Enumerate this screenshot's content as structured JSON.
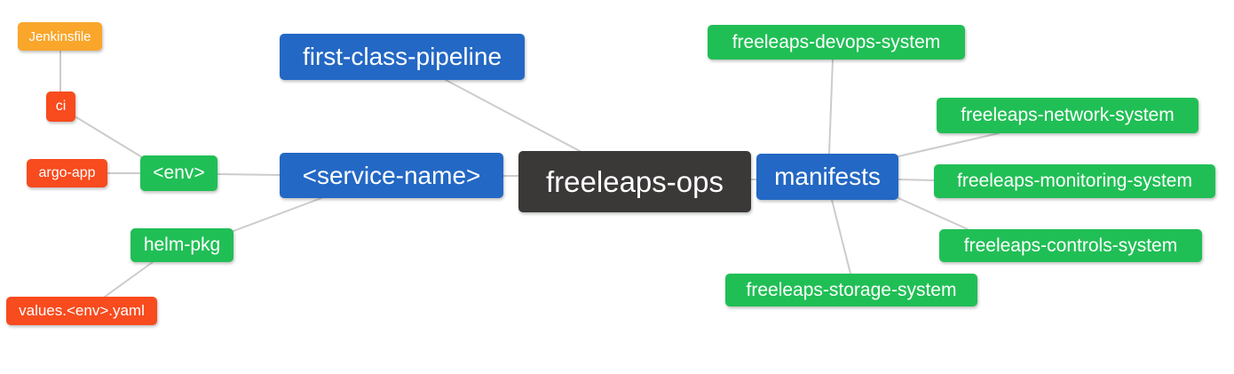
{
  "palette": {
    "root_bg": "#3B3838",
    "branch_blue": "#2368C4",
    "leaf_green": "#20BF55",
    "leaf_red": "#F84B1E",
    "leaf_orange": "#F9A62B",
    "edge_line": "#CCCCCC",
    "node_text": "#FFFFFF"
  },
  "nodes": {
    "jenkinsfile": {
      "label": "Jenkinsfile",
      "color": "#F9A62B"
    },
    "ci": {
      "label": "ci",
      "color": "#F84B1E"
    },
    "argo_app": {
      "label": "argo-app",
      "color": "#F84B1E"
    },
    "env": {
      "label": "<env>",
      "color": "#20BF55"
    },
    "helm_pkg": {
      "label": "helm-pkg",
      "color": "#20BF55"
    },
    "values_yaml": {
      "label": "values.<env>.yaml",
      "color": "#F84B1E"
    },
    "first_class_pipeline": {
      "label": "first-class-pipeline",
      "color": "#2368C4"
    },
    "service_name": {
      "label": "<service-name>",
      "color": "#2368C4"
    },
    "freeleaps_ops": {
      "label": "freeleaps-ops",
      "color": "#3B3838"
    },
    "manifests": {
      "label": "manifests",
      "color": "#2368C4"
    },
    "devops_system": {
      "label": "freeleaps-devops-system",
      "color": "#20BF55"
    },
    "network_system": {
      "label": "freeleaps-network-system",
      "color": "#20BF55"
    },
    "monitoring_system": {
      "label": "freeleaps-monitoring-system",
      "color": "#20BF55"
    },
    "controls_system": {
      "label": "freeleaps-controls-system",
      "color": "#20BF55"
    },
    "storage_system": {
      "label": "freeleaps-storage-system",
      "color": "#20BF55"
    }
  },
  "edges": [
    {
      "from": "jenkinsfile",
      "to": "ci"
    },
    {
      "from": "ci",
      "to": "env"
    },
    {
      "from": "argo_app",
      "to": "env"
    },
    {
      "from": "env",
      "to": "service_name"
    },
    {
      "from": "helm_pkg",
      "to": "service_name"
    },
    {
      "from": "values_yaml",
      "to": "helm_pkg"
    },
    {
      "from": "service_name",
      "to": "freeleaps_ops"
    },
    {
      "from": "first_class_pipeline",
      "to": "freeleaps_ops"
    },
    {
      "from": "freeleaps_ops",
      "to": "manifests"
    },
    {
      "from": "manifests",
      "to": "devops_system"
    },
    {
      "from": "manifests",
      "to": "network_system"
    },
    {
      "from": "manifests",
      "to": "monitoring_system"
    },
    {
      "from": "manifests",
      "to": "controls_system"
    },
    {
      "from": "manifests",
      "to": "storage_system"
    }
  ]
}
